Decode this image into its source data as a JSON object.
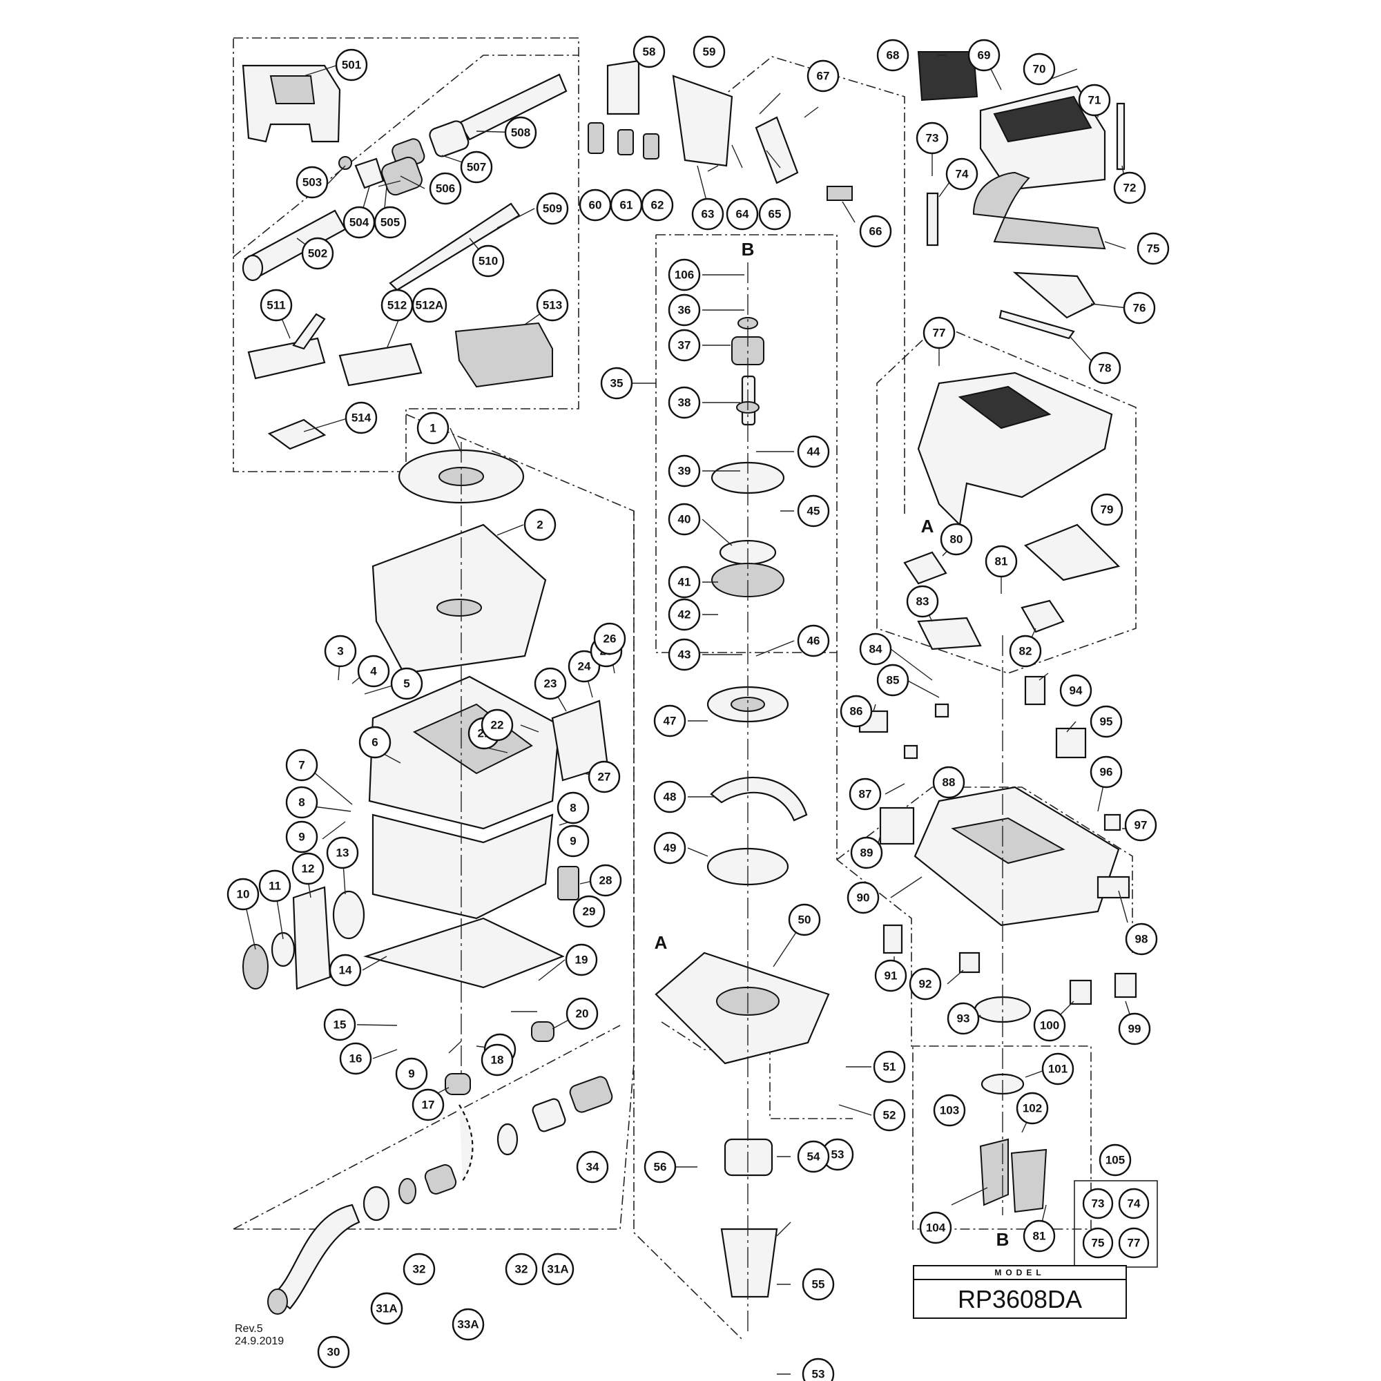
{
  "model": {
    "label": "MODEL",
    "number": "RP3608DA"
  },
  "revision": {
    "rev": "Rev.5",
    "date": "24.9.2019"
  },
  "reference_letters": [
    "A",
    "B"
  ],
  "callouts": [
    "501",
    "502",
    "503",
    "504",
    "505",
    "506",
    "507",
    "508",
    "509",
    "510",
    "511",
    "512",
    "512A",
    "513",
    "514",
    "1",
    "2",
    "3",
    "4",
    "5",
    "6",
    "7",
    "8",
    "9",
    "10",
    "11",
    "12",
    "13",
    "14",
    "15",
    "16",
    "17",
    "18",
    "19",
    "20",
    "21",
    "22",
    "23",
    "24",
    "25",
    "26",
    "27",
    "28",
    "29",
    "30",
    "31A",
    "32",
    "33A",
    "34",
    "35",
    "36",
    "37",
    "38",
    "39",
    "40",
    "41",
    "42",
    "43",
    "44",
    "45",
    "46",
    "47",
    "48",
    "49",
    "50",
    "51",
    "52",
    "53",
    "54",
    "55",
    "56",
    "58",
    "59",
    "60",
    "61",
    "62",
    "63",
    "64",
    "65",
    "66",
    "67",
    "68",
    "69",
    "70",
    "71",
    "72",
    "73",
    "74",
    "75",
    "76",
    "77",
    "78",
    "79",
    "80",
    "81",
    "82",
    "83",
    "84",
    "85",
    "86",
    "87",
    "88",
    "89",
    "90",
    "91",
    "92",
    "93",
    "94",
    "95",
    "96",
    "97",
    "98",
    "99",
    "100",
    "101",
    "102",
    "103",
    "104",
    "105",
    "106"
  ],
  "set_105_contents": [
    "73",
    "74",
    "75",
    "77"
  ]
}
